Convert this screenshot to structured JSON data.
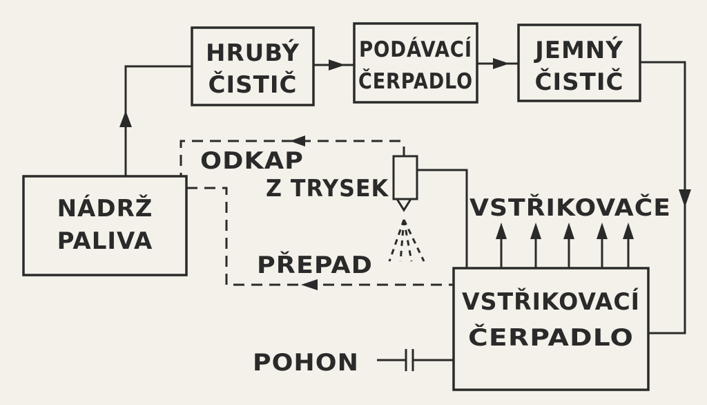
{
  "diagram": {
    "nodes": {
      "tank": {
        "line1": "NÁDRŽ",
        "line2": "PALIVA"
      },
      "coarse_filter": {
        "line1": "HRUBÝ",
        "line2": "ČISTIČ"
      },
      "feed_pump": {
        "line1": "PODÁVACÍ",
        "line2": "ČERPADLO"
      },
      "fine_filter": {
        "line1": "JEMNÝ",
        "line2": "ČISTIČ"
      },
      "injection_pump": {
        "line1": "VSTŘIKOVACÍ",
        "line2": "ČERPADLO"
      }
    },
    "labels": {
      "nozzle_drain_1": "ODKAP",
      "nozzle_drain_2": "Z TRYSEK",
      "injectors": "VSTŘIKOVAČE",
      "overflow": "PŘEPAD",
      "drive": "POHON"
    },
    "colors": {
      "ink": "#2a2a2a",
      "paper": "#f4f1ea"
    }
  }
}
